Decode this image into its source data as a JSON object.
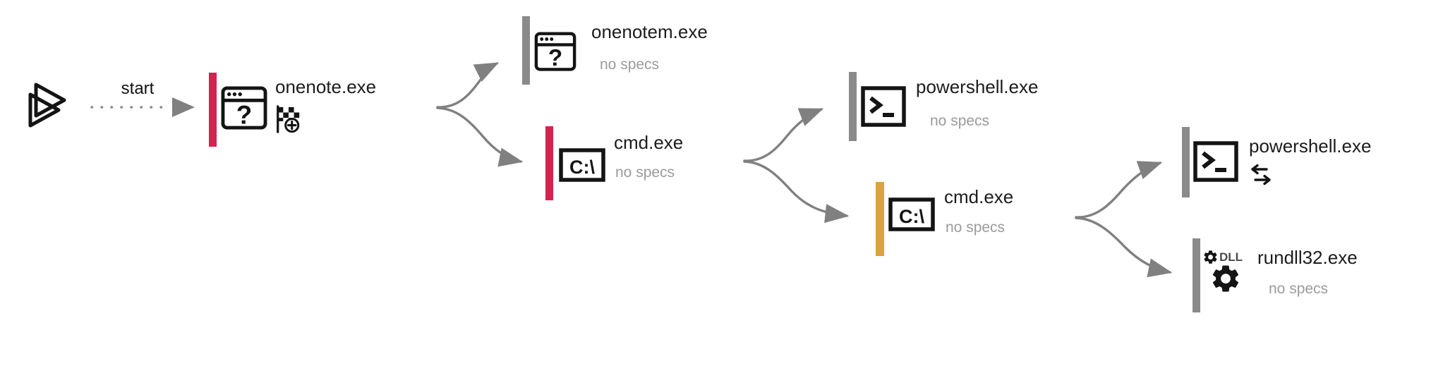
{
  "diagram": {
    "type": "process-tree",
    "start_label": "start",
    "colors": {
      "severity_red": "#d5234f",
      "severity_orange": "#d9a43f",
      "severity_gray": "#8a8a8a",
      "edge_gray": "#808080",
      "muted_text": "#9b9b9b",
      "text": "#1c1c1c"
    },
    "nodes": [
      {
        "id": "onenote",
        "label": "onenote.exe",
        "sub": "",
        "severity": "red",
        "icon": "unknown-window-icon",
        "badge": "flag-plus-icon"
      },
      {
        "id": "onenotem",
        "label": "onenotem.exe",
        "sub": "no specs",
        "severity": "gray",
        "icon": "unknown-window-icon",
        "badge": ""
      },
      {
        "id": "cmd1",
        "label": "cmd.exe",
        "sub": "no specs",
        "severity": "red",
        "icon": "cmd-prompt-icon",
        "badge": ""
      },
      {
        "id": "powershell1",
        "label": "powershell.exe",
        "sub": "no specs",
        "severity": "gray",
        "icon": "terminal-icon",
        "badge": ""
      },
      {
        "id": "cmd2",
        "label": "cmd.exe",
        "sub": "no specs",
        "severity": "orange",
        "icon": "cmd-prompt-icon",
        "badge": ""
      },
      {
        "id": "powershell2",
        "label": "powershell.exe",
        "sub": "",
        "severity": "gray",
        "icon": "terminal-icon",
        "badge": "network-arrows-icon"
      },
      {
        "id": "rundll32",
        "label": "rundll32.exe",
        "sub": "no specs",
        "severity": "gray",
        "icon": "gear-dll-icon",
        "badge": "",
        "icon_text": "DLL"
      }
    ],
    "edges": [
      {
        "from": "start",
        "to": "onenote",
        "style": "dotted"
      },
      {
        "from": "onenote",
        "to": "onenotem",
        "style": "curved"
      },
      {
        "from": "onenote",
        "to": "cmd1",
        "style": "curved"
      },
      {
        "from": "cmd1",
        "to": "powershell1",
        "style": "curved"
      },
      {
        "from": "cmd1",
        "to": "cmd2",
        "style": "curved"
      },
      {
        "from": "cmd2",
        "to": "powershell2",
        "style": "curved"
      },
      {
        "from": "cmd2",
        "to": "rundll32",
        "style": "curved"
      }
    ]
  }
}
